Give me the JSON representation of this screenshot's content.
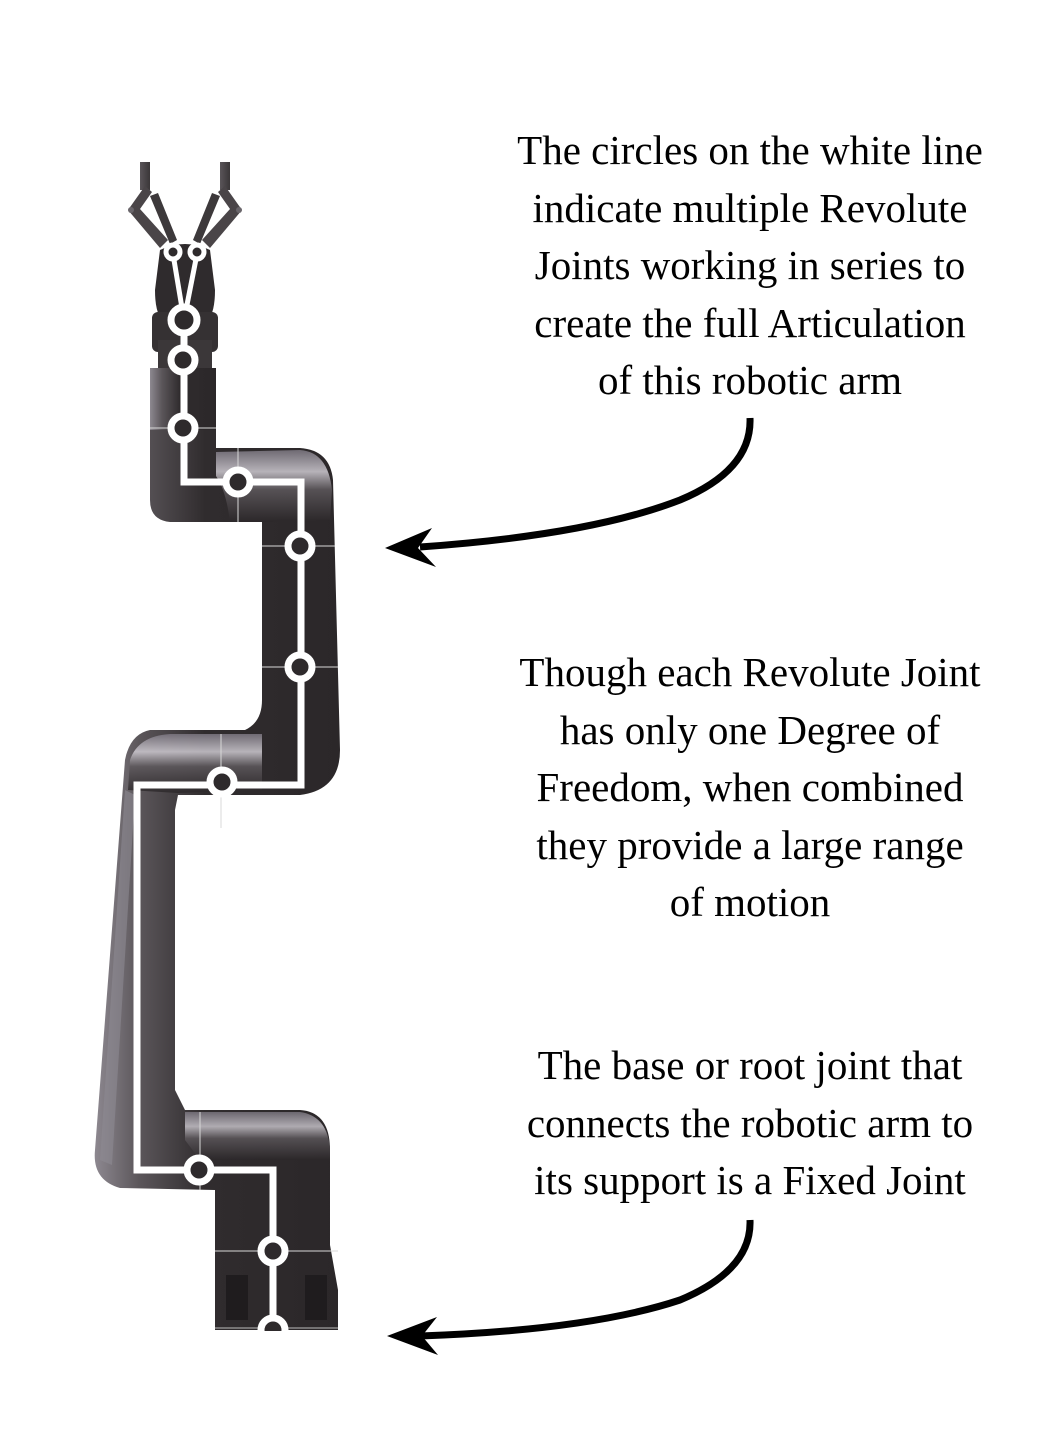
{
  "figure": {
    "subject": "robotic-arm-joint-diagram",
    "colors": {
      "background": "#ffffff",
      "arm_dark": "#2e2a2c",
      "arm_mid": "#4a4548",
      "arm_highlight": "#b9b5bc",
      "joint_line": "#ffffff",
      "arrow": "#000000",
      "text": "#000000"
    },
    "joints": {
      "gripper_joints": 2,
      "revolute_joints_on_chain": 9,
      "base_fixed_joint": 1
    }
  },
  "captions": {
    "top": {
      "lines": [
        "The circles on the white line",
        "indicate multiple Revolute",
        "Joints working in series to",
        "create the full Articulation",
        "of this robotic arm"
      ]
    },
    "middle": {
      "lines": [
        "Though each Revolute Joint",
        "has only one Degree of",
        "Freedom, when combined",
        "they provide a large range",
        "of motion"
      ]
    },
    "bottom": {
      "lines": [
        "The base or root joint that",
        "connects the robotic arm to",
        "its support is a Fixed Joint"
      ]
    }
  },
  "arrows": [
    {
      "name": "arrow-to-revolute-joints",
      "from_caption": "top"
    },
    {
      "name": "arrow-to-fixed-base-joint",
      "from_caption": "bottom"
    }
  ]
}
